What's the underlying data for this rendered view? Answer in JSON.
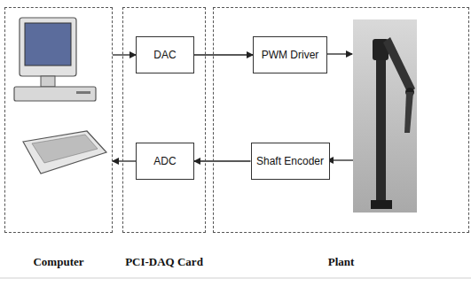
{
  "diagram": {
    "nodes": [
      {
        "text": [
          "Computer"
        ]
      },
      {
        "text": [
          "PCI-DAQ Card"
        ]
      },
      {
        "text": [
          "DAC"
        ],
        "in": 1
      },
      {
        "text": [
          "ADC"
        ],
        "in": 1
      },
      {
        "text": [
          "Plant"
        ]
      },
      {
        "text": [
          "PWM Driver"
        ],
        "in": 4
      },
      {
        "text": [
          "Shaft Encoder"
        ],
        "in": 4
      }
    ],
    "edges": [
      {
        "from": 0,
        "to": 2,
        "arrow": "to"
      },
      {
        "from": 2,
        "to": 5,
        "arrow": "to"
      },
      {
        "from": 6,
        "to": 3,
        "arrow": "to"
      },
      {
        "from": 3,
        "to": 0,
        "arrow": "to"
      }
    ]
  }
}
